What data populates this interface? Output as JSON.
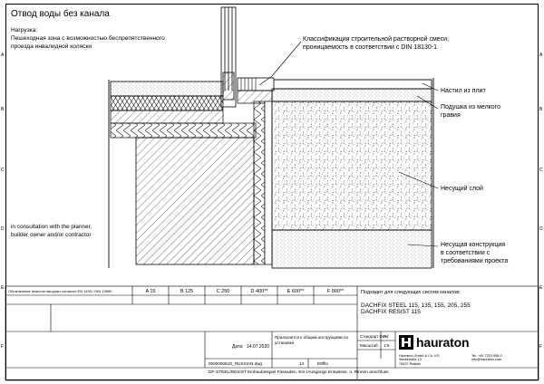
{
  "title": "Отвод воды без канала",
  "load": {
    "heading": "Нагрузка:",
    "line1": "Пешеходная зона с возможностью беспрепятственного",
    "line2": "проезда инвалидной коляски"
  },
  "consult": {
    "line1": "in consultation with the planner,",
    "line2": "builder owner and/or contractor"
  },
  "callouts": {
    "mortar_line1": "Классификация строительной растворной смеси,",
    "mortar_line2": "проницаемость в соответствии с DIN 18130-1",
    "slabs": "Настил из плит",
    "gravel_line1": "Подушка из мелкого",
    "gravel_line2": "гравия",
    "bearing": "Несущий слой",
    "subgrade_line1": "Несущая конструкция",
    "subgrade_line2": "в соответствии с",
    "subgrade_line3": "требованиями проекта"
  },
  "row_markers": [
    "A",
    "B",
    "C",
    "D",
    "E",
    "F"
  ],
  "title_block": {
    "class_header": "Обозначение классов нагрузки согласно EN 1433 / DIN 19580",
    "classes": [
      "A 15",
      "B 125",
      "C 250",
      "D 400**",
      "E 600**",
      "F 900**"
    ],
    "suitable_header": "Подходит для следующих систем каналов:",
    "products_line1": "DACHFIX STEEL 115, 135, 155, 205, 255",
    "products_line2": "DACHFIX RESIST 115",
    "date_label": "Дата:",
    "date_value": "14.07.2020",
    "note": "Прилагается к общим инструкциям по установке.",
    "filename": "000000651D_RUSSIAN.dwg",
    "page": "13",
    "sheet_id": "E8ffm",
    "standard_label": "Стандарт DIN",
    "format": "A4",
    "scale_label": "Масштаб",
    "scale_value": "1:5",
    "footer": "DF-STEEL/RESIST Einbaubeispiel Fassaden. Ein-/Ausgangs Entwässe. n. Rinnen anschluss",
    "brand": "hauraton",
    "company_line1": "Hauraton GmbH & Co. KG",
    "company_line2": "Werkstraße 13",
    "company_line3": "76437 Rastatt",
    "phone": "Tel. +49 7222 958-0",
    "email": "info@hauraton.com"
  },
  "colors": {
    "line": "#000000",
    "hatch": "#333333",
    "background": "#ffffff"
  }
}
